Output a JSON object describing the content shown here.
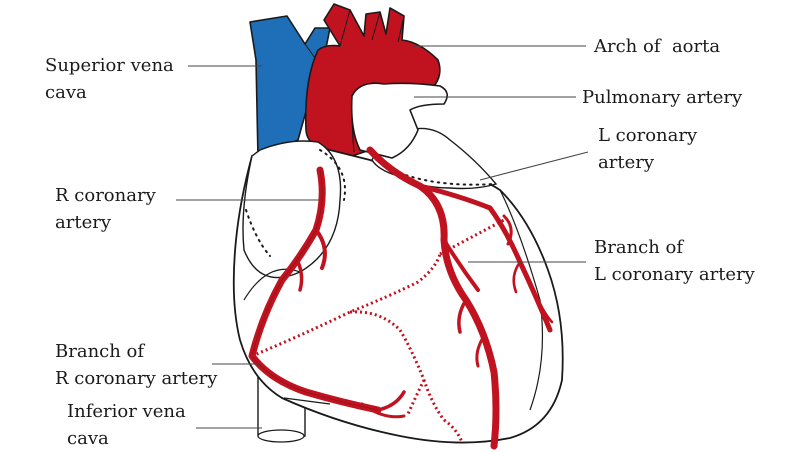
{
  "diagram": {
    "labels": {
      "superior_vena_cava": [
        "Superior vena",
        "cava"
      ],
      "arch_of_aorta": [
        "Arch of  aorta"
      ],
      "pulmonary_artery": [
        "Pulmonary artery"
      ],
      "l_coronary_artery": [
        "L coronary",
        "artery"
      ],
      "r_coronary_artery": [
        "R coronary",
        "artery"
      ],
      "branch_of_l_coronary_artery": [
        "Branch of",
        "L coronary artery"
      ],
      "branch_of_r_coronary_artery": [
        "Branch of",
        "R coronary artery"
      ],
      "inferior_vena_cava": [
        "Inferior vena",
        "cava"
      ]
    },
    "colors": {
      "artery_red": "#c1121f",
      "vein_blue": "#1f6fb8",
      "outline": "#1a1a1a",
      "fill_white": "#ffffff",
      "leader_line": "#444444"
    }
  }
}
